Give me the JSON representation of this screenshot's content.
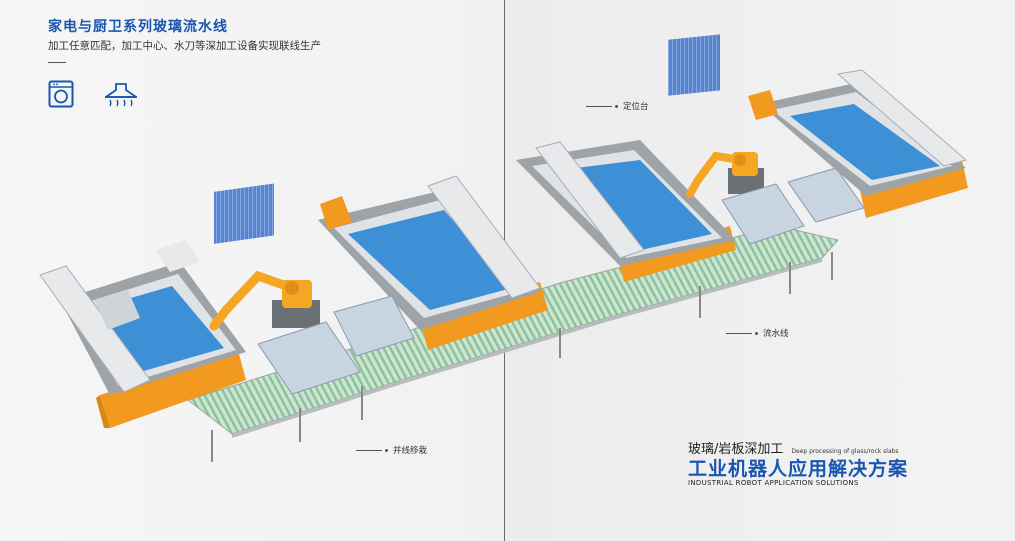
{
  "header": {
    "title": "家电与厨卫系列玻璃流水线",
    "subtitle": "加工任意匹配，加工中心、水刀等深加工设备实现联线生产"
  },
  "icons": [
    "washing-machine-icon",
    "range-hood-icon"
  ],
  "callouts": {
    "positioning_table": "定位台",
    "conveyor_line": "流水线",
    "merge_transfer": "并线移栽"
  },
  "brand": {
    "line1_cn": "玻璃/岩板深加工",
    "line1_en": "Deep processing of glass/rock slabs",
    "line2_cn": "工业机器人应用解决方案",
    "line2_en": "INDUSTRIAL ROBOT APPLICATION SOLUTIONS"
  },
  "colors": {
    "accent_blue": "#1a56b0",
    "machine_orange": "#f29a1f",
    "table_blue": "#3d8fd6",
    "conveyor_green": "#b7dcc2"
  }
}
